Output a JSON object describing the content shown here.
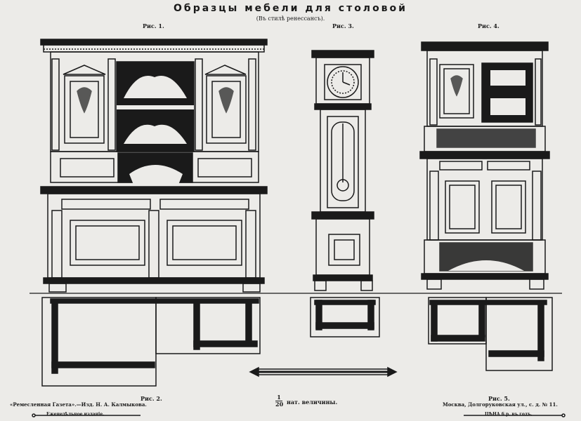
{
  "header": {
    "title": "Образцы мебели для столовой",
    "subtitle": "(Въ стилѣ ренессансъ)."
  },
  "figures": {
    "fig1": "Рис. 1.",
    "fig2": "Рис. 2.",
    "fig3": "Рис. 3.",
    "fig4": "Рис. 4.",
    "fig5": "Рис. 5."
  },
  "scale": {
    "numerator": "1",
    "denominator": "20",
    "text": "нат. величины."
  },
  "footer": {
    "left_main": "«Ремесленная Газета».—Изд. Н. А. Калмыкова.",
    "left_sub": "Еженедѣльное изданіе.",
    "right_main": "Москва, Долгоруковская ул., с. д. № 11.",
    "right_sub": "ЦѢНА 6 р. въ годъ."
  },
  "colors": {
    "paper": "#ecebe8",
    "ink": "#1a1a1a"
  }
}
